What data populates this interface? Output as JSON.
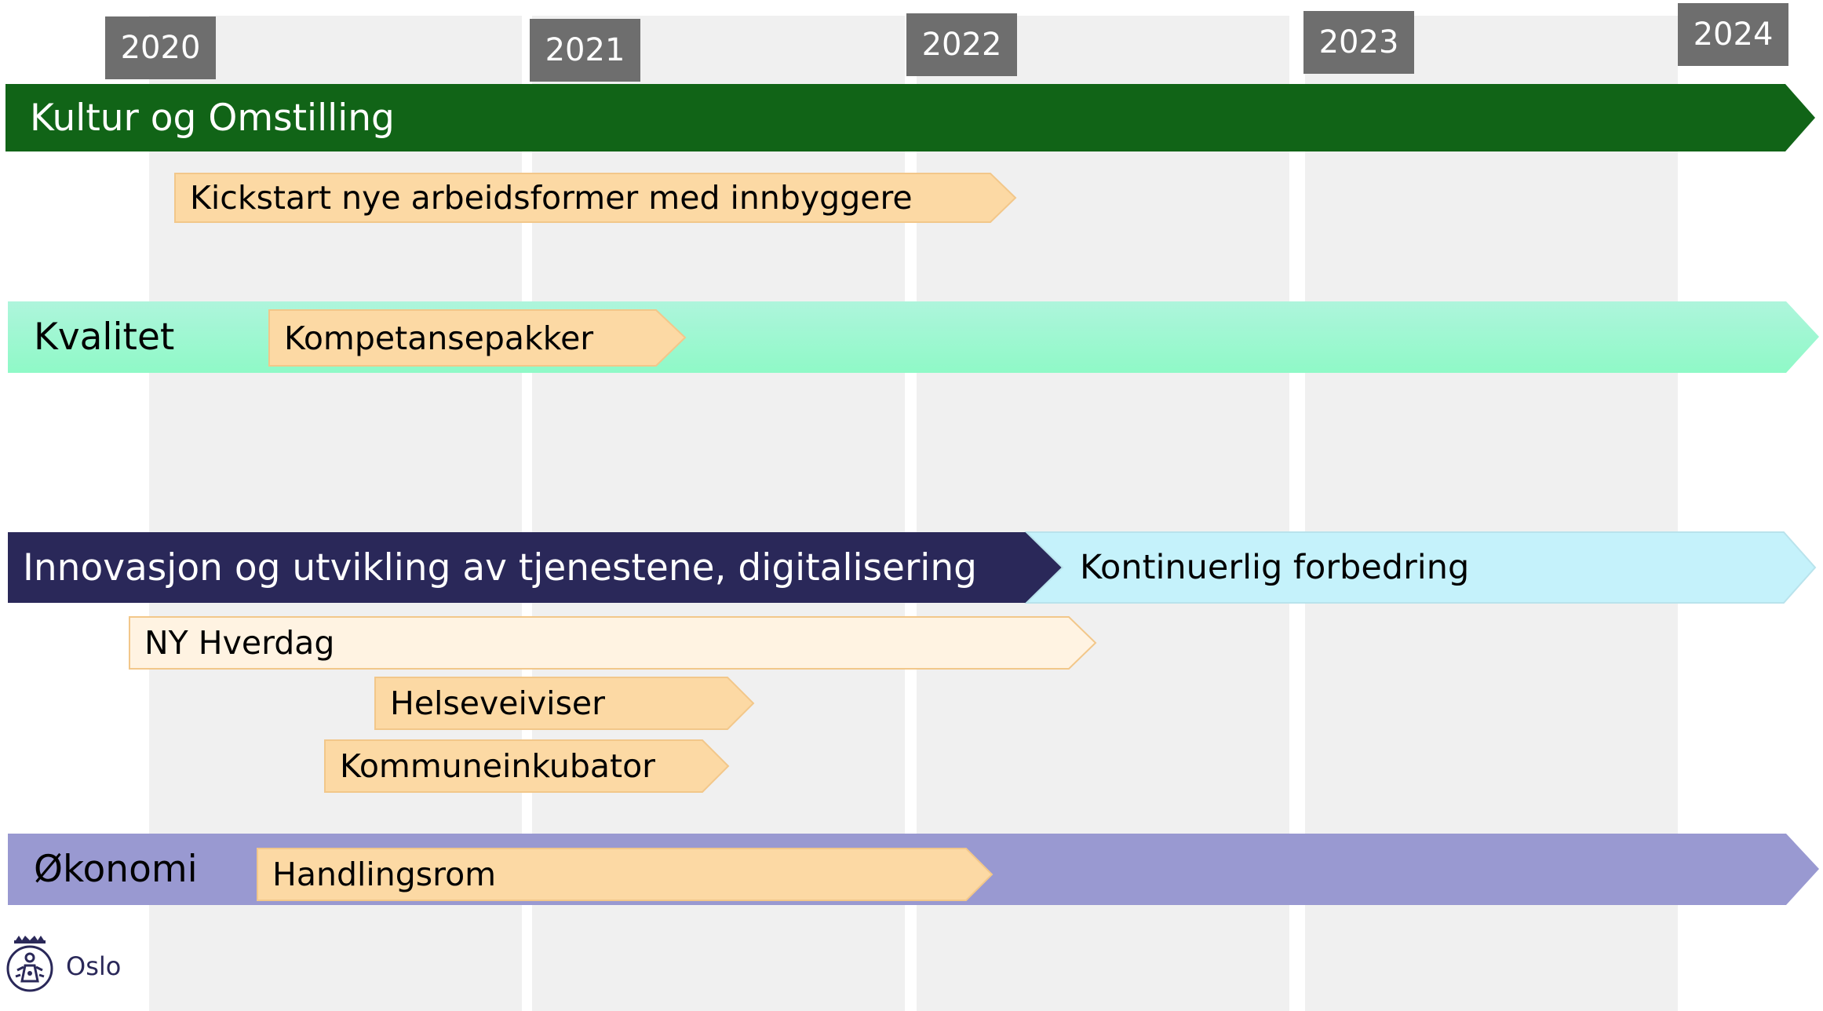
{
  "years": [
    "2020",
    "2021",
    "2022",
    "2023",
    "2024"
  ],
  "lanes": {
    "kultur": {
      "label": "Kultur og Omstilling",
      "color": "#116417"
    },
    "kvalitet": {
      "label": "Kvalitet",
      "color": "#9bffd5"
    },
    "innovasjon": {
      "label": "Innovasjon og utvikling av tjenestene, digitalisering",
      "color": "#2a2859"
    },
    "kontinuerlig": {
      "label": "Kontinuerlig forbedring",
      "color": "#c5f2fb"
    },
    "okonomi": {
      "label": "Økonomi",
      "color": "#9999d1"
    }
  },
  "tasks": {
    "kickstart": {
      "label": "Kickstart nye arbeidsformer med innbyggere"
    },
    "kompetanse": {
      "label": "Kompetansepakker"
    },
    "nyhverdag": {
      "label": "NY Hverdag"
    },
    "helse": {
      "label": "Helseveiviser"
    },
    "kommune": {
      "label": "Kommuneinkubator"
    },
    "handlingsrom": {
      "label": "Handlingsrom"
    }
  },
  "colors": {
    "task_fill": "#fcd9a4",
    "task_fill_light": "#fff3e2",
    "task_border": "#f2c78a",
    "year_box": "#6e6e6e",
    "column": "#f0f0f0"
  },
  "logo": {
    "text": "Oslo",
    "icon": "oslo-city-seal-icon"
  }
}
